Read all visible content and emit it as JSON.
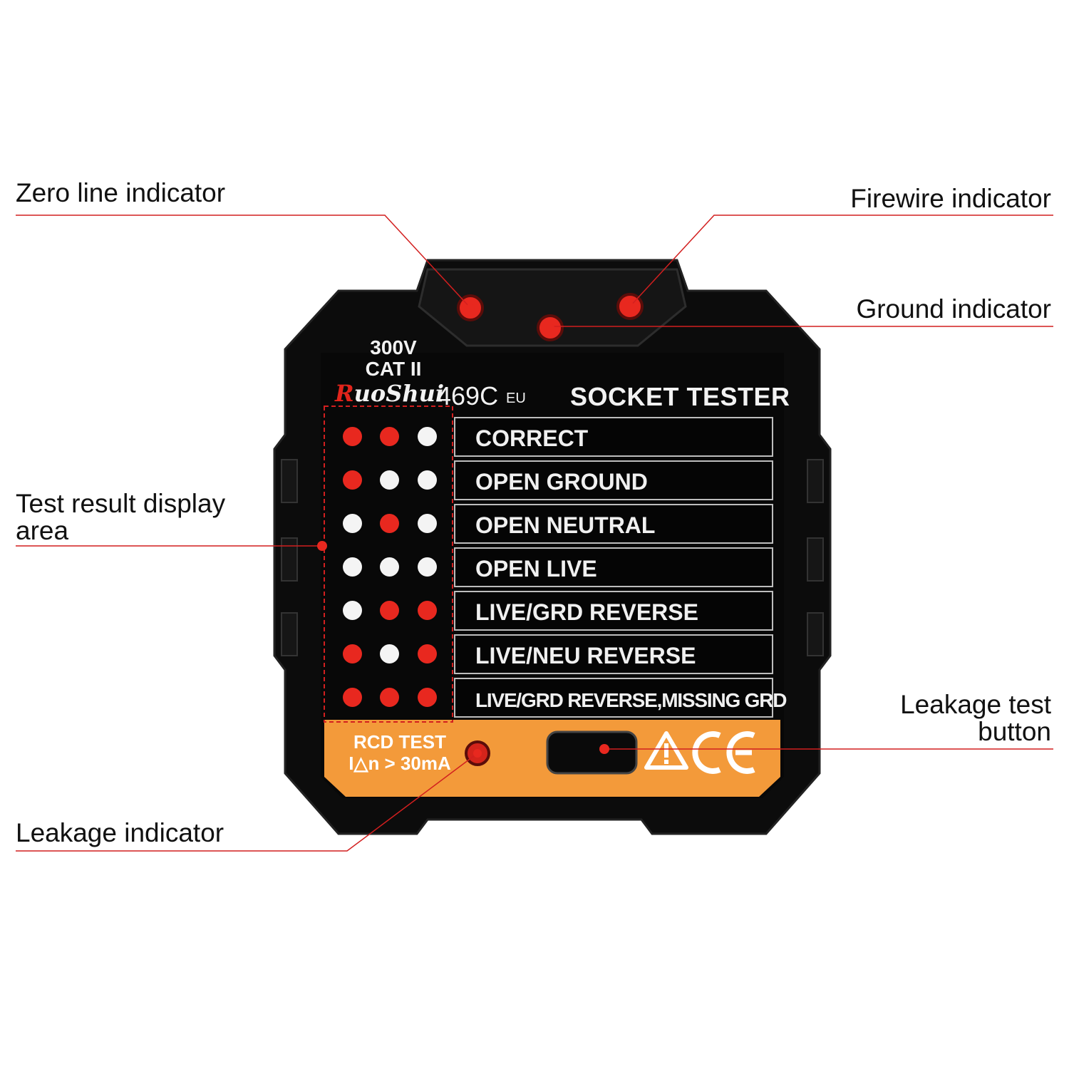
{
  "callouts": {
    "zero_line": "Zero line indicator",
    "firewire": "Firewire indicator",
    "ground": "Ground indicator",
    "test_result_line1": "Test result display",
    "test_result_line2": "area",
    "leakage_test_line1": "Leakage test",
    "leakage_test_line2": "button",
    "leakage_indicator": "Leakage indicator"
  },
  "device": {
    "rating_voltage": "300V",
    "rating_category": "CAT II",
    "brand_first": "R",
    "brand_rest": "uoShui",
    "model": "469C",
    "region": "EU",
    "title": "SOCKET TESTER",
    "rcd_line1": "RCD TEST",
    "rcd_line2": "I△n > 30mA",
    "ce_mark": "CE",
    "warning_symbol": "warning-triangle-icon"
  },
  "status_table": [
    {
      "label": "CORRECT",
      "lights": [
        "red",
        "red",
        "white"
      ]
    },
    {
      "label": "OPEN GROUND",
      "lights": [
        "red",
        "white",
        "white"
      ]
    },
    {
      "label": "OPEN NEUTRAL",
      "lights": [
        "white",
        "red",
        "white"
      ]
    },
    {
      "label": "OPEN LIVE",
      "lights": [
        "white",
        "white",
        "white"
      ]
    },
    {
      "label": "LIVE/GRD REVERSE",
      "lights": [
        "white",
        "red",
        "red"
      ]
    },
    {
      "label": "LIVE/NEU REVERSE",
      "lights": [
        "red",
        "white",
        "red"
      ]
    },
    {
      "label": "LIVE/GRD REVERSE,MISSING GRD",
      "lights": [
        "red",
        "red",
        "red"
      ]
    }
  ],
  "colors": {
    "body": "#101010",
    "orange_panel": "#f39a3a",
    "lamp_red": "#e8281f",
    "lamp_white": "#f4f4f4",
    "leader_line": "#d21f1f"
  }
}
